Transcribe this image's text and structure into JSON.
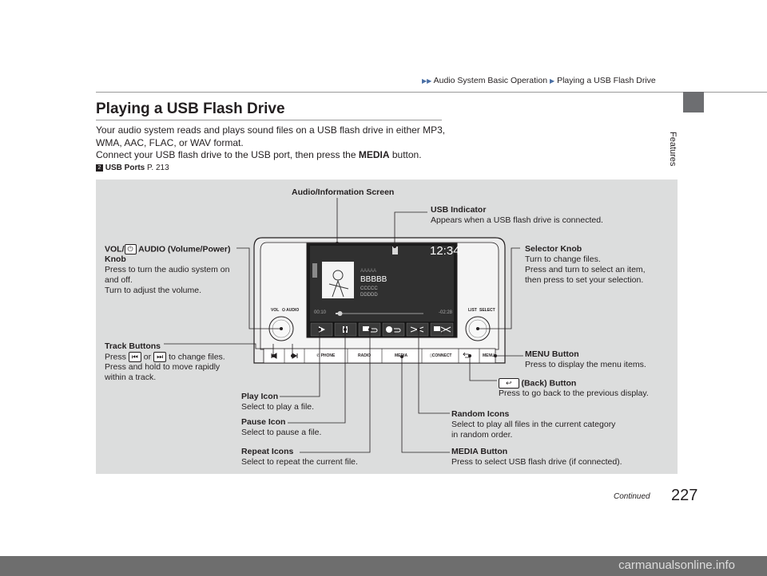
{
  "breadcrumb": {
    "part1": "Audio System Basic Operation",
    "part2": "Playing a USB Flash Drive"
  },
  "side_tab": "Features",
  "heading": "Playing a USB Flash Drive",
  "intro": {
    "line1": "Your audio system reads and plays sound files on a USB flash drive in either MP3,",
    "line2": "WMA, AAC, FLAC, or WAV format.",
    "line3_pre": "Connect your USB flash drive to the USB port, then press the ",
    "line3_bold": "MEDIA",
    "line3_post": " button."
  },
  "reference": {
    "title": "USB Ports",
    "page": "P. 213"
  },
  "device": {
    "screen": {
      "clock": "12:34",
      "track_line1": "AAAAA",
      "track_line2": "BBBBB",
      "track_line3": "CCCCC",
      "track_line4": "DDDDD",
      "elapsed": "00:10",
      "remaining": "-02:28",
      "progress": 0.05
    },
    "knob_labels": {
      "vol": "VOL",
      "audio": "⏻ AUDIO",
      "list": "LIST",
      "select": "SELECT"
    },
    "buttons": {
      "phone": "PHONE",
      "radio": "RADIO",
      "media": "MEDIA",
      "connect": "CONNECT",
      "menu": "MENU"
    }
  },
  "callouts": {
    "audio_screen": "Audio/Information Screen",
    "usb_title": "USB Indicator",
    "usb_desc": "Appears when a USB flash drive is connected.",
    "vol_title_a": "VOL/",
    "vol_title_b": " AUDIO (Volume/Power)",
    "vol_title_c": "Knob",
    "vol_desc1": "Press to turn the audio system on",
    "vol_desc2": "and off.",
    "vol_desc3": "Turn to adjust the volume.",
    "selector_title": "Selector Knob",
    "selector_desc1": "Turn to change files.",
    "selector_desc2": "Press and turn to select an item,",
    "selector_desc3": "then press to set your selection.",
    "track_title": "Track Buttons",
    "track_press": "Press",
    "track_or": "or",
    "track_desc1": "to change files.",
    "track_desc2": "Press and hold to move rapidly",
    "track_desc3": "within a track.",
    "menu_title": "MENU Button",
    "menu_desc": "Press to display the menu items.",
    "back_title": "(Back) Button",
    "back_desc": "Press to go back to the previous display.",
    "play_title": "Play Icon",
    "play_desc": "Select to play a file.",
    "pause_title": "Pause Icon",
    "pause_desc": "Select to pause a file.",
    "repeat_title": "Repeat Icons",
    "repeat_desc": "Select to repeat the current file.",
    "random_title": "Random Icons",
    "random_desc1": "Select to play all files in the current category",
    "random_desc2": "in random order.",
    "media_title": "MEDIA Button",
    "media_desc": "Press to select USB flash drive (if connected)."
  },
  "footer": {
    "continued": "Continued",
    "page": "227",
    "watermark": "carmanualsonline.info"
  }
}
